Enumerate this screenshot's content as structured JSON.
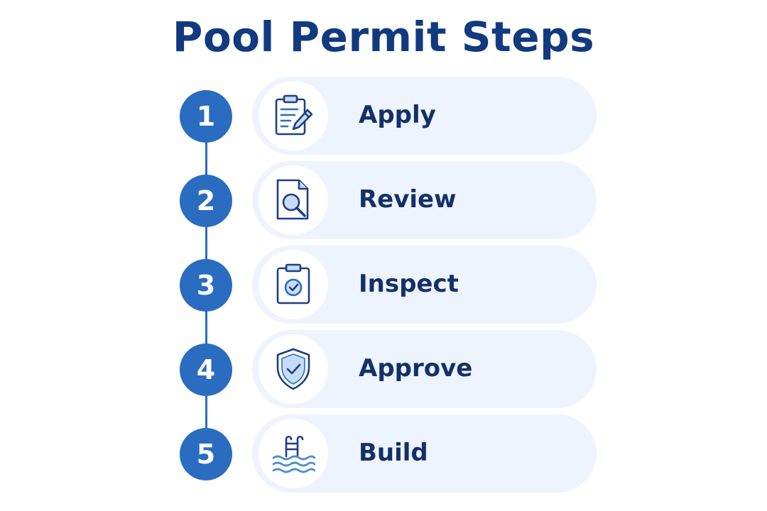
{
  "title": "Pool Permit Steps",
  "colors": {
    "title": "#123a7f",
    "badge": "#2a6cc0",
    "card": "#eef4fd",
    "icon_stroke": "#1c3f86",
    "icon_fill": "#c7dcf7"
  },
  "steps": [
    {
      "number": "1",
      "label": "Apply",
      "icon": "clipboard-pencil-icon"
    },
    {
      "number": "2",
      "label": "Review",
      "icon": "document-magnifier-icon"
    },
    {
      "number": "3",
      "label": "Inspect",
      "icon": "clipboard-check-icon"
    },
    {
      "number": "4",
      "label": "Approve",
      "icon": "shield-check-icon"
    },
    {
      "number": "5",
      "label": "Build",
      "icon": "pool-ladder-icon"
    }
  ]
}
